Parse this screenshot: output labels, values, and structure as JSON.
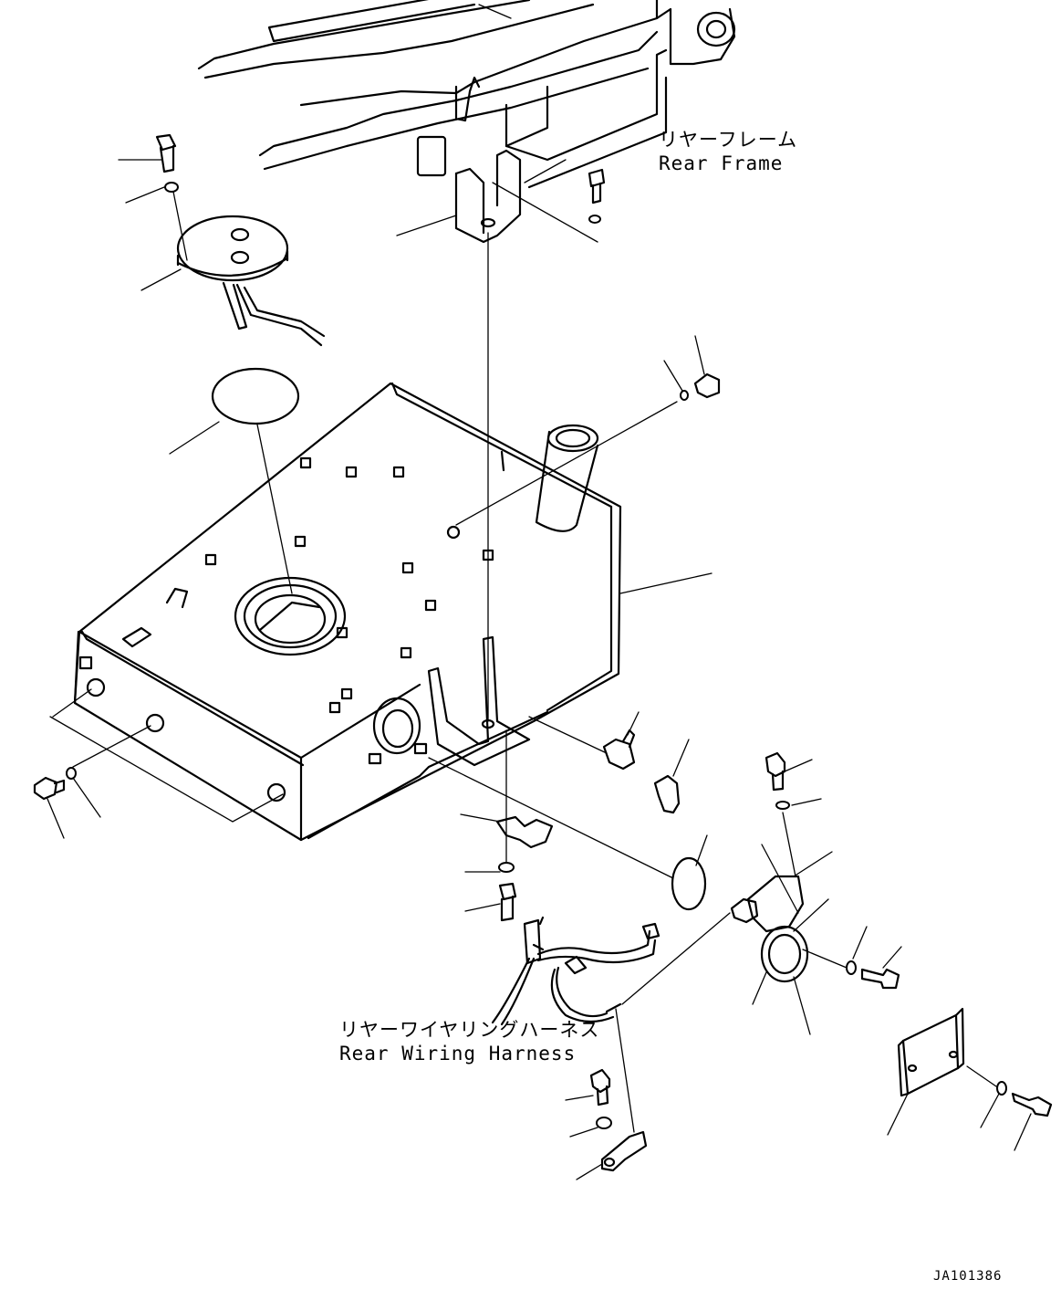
{
  "labels": {
    "rear_frame_ja": "リヤーフレーム",
    "rear_frame_en": "Rear Frame",
    "harness_ja": "リヤーワイヤリングハーネス",
    "harness_en": "Rear Wiring Harness",
    "code": "JA101386"
  },
  "colors": {
    "line": "#000000",
    "background": "#ffffff"
  }
}
